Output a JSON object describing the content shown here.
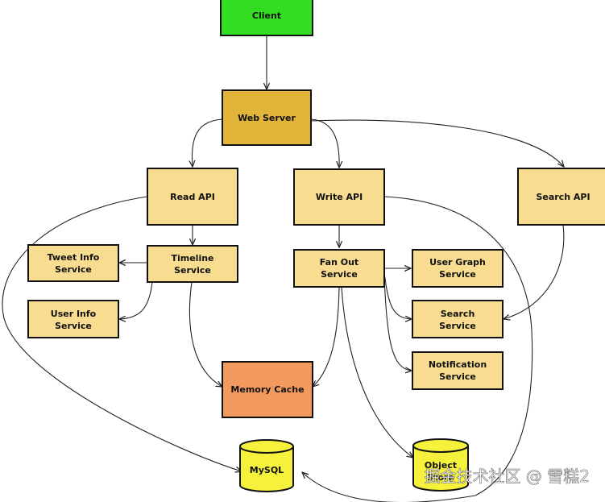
{
  "diagram": {
    "nodes": {
      "client": {
        "label": "Client",
        "color": "#33dd22"
      },
      "web_server": {
        "label": "Web Server",
        "color": "#e2b53a"
      },
      "read_api": {
        "label": "Read API",
        "color": "#f8dc8f"
      },
      "write_api": {
        "label": "Write API",
        "color": "#f8dc8f"
      },
      "search_api": {
        "label": "Search API",
        "color": "#f8dc8f"
      },
      "tweet_info_service": {
        "label": [
          "Tweet Info",
          "Service"
        ],
        "color": "#f8dc8f"
      },
      "timeline_service": {
        "label": [
          "Timeline",
          "Service"
        ],
        "color": "#f8dc8f"
      },
      "user_info_service": {
        "label": [
          "User Info",
          "Service"
        ],
        "color": "#f8dc8f"
      },
      "fan_out_service": {
        "label": [
          "Fan Out",
          "Service"
        ],
        "color": "#f8dc8f"
      },
      "user_graph_service": {
        "label": [
          "User Graph",
          "Service"
        ],
        "color": "#f8dc8f"
      },
      "search_service": {
        "label": [
          "Search",
          "Service"
        ],
        "color": "#f8dc8f"
      },
      "notification_service": {
        "label": [
          "Notification",
          "Service"
        ],
        "color": "#f8dc8f"
      },
      "memory_cache": {
        "label": "Memory Cache",
        "color": "#f29a5e"
      },
      "mysql": {
        "label": "MySQL",
        "color": "#f6f23c"
      },
      "object_store": {
        "label": [
          "Object",
          "Store"
        ],
        "color": "#f6f23c"
      }
    },
    "edges": [
      [
        "client",
        "web_server"
      ],
      [
        "web_server",
        "read_api"
      ],
      [
        "web_server",
        "write_api"
      ],
      [
        "web_server",
        "search_api"
      ],
      [
        "read_api",
        "timeline_service"
      ],
      [
        "read_api",
        "mysql"
      ],
      [
        "timeline_service",
        "tweet_info_service"
      ],
      [
        "timeline_service",
        "user_info_service"
      ],
      [
        "timeline_service",
        "memory_cache"
      ],
      [
        "write_api",
        "fan_out_service"
      ],
      [
        "write_api",
        "mysql"
      ],
      [
        "fan_out_service",
        "user_graph_service"
      ],
      [
        "fan_out_service",
        "search_service"
      ],
      [
        "fan_out_service",
        "notification_service"
      ],
      [
        "fan_out_service",
        "memory_cache"
      ],
      [
        "fan_out_service",
        "object_store"
      ],
      [
        "search_api",
        "search_service"
      ]
    ]
  },
  "watermark": {
    "text": "掘金技术社区 @ 雪糕2"
  }
}
